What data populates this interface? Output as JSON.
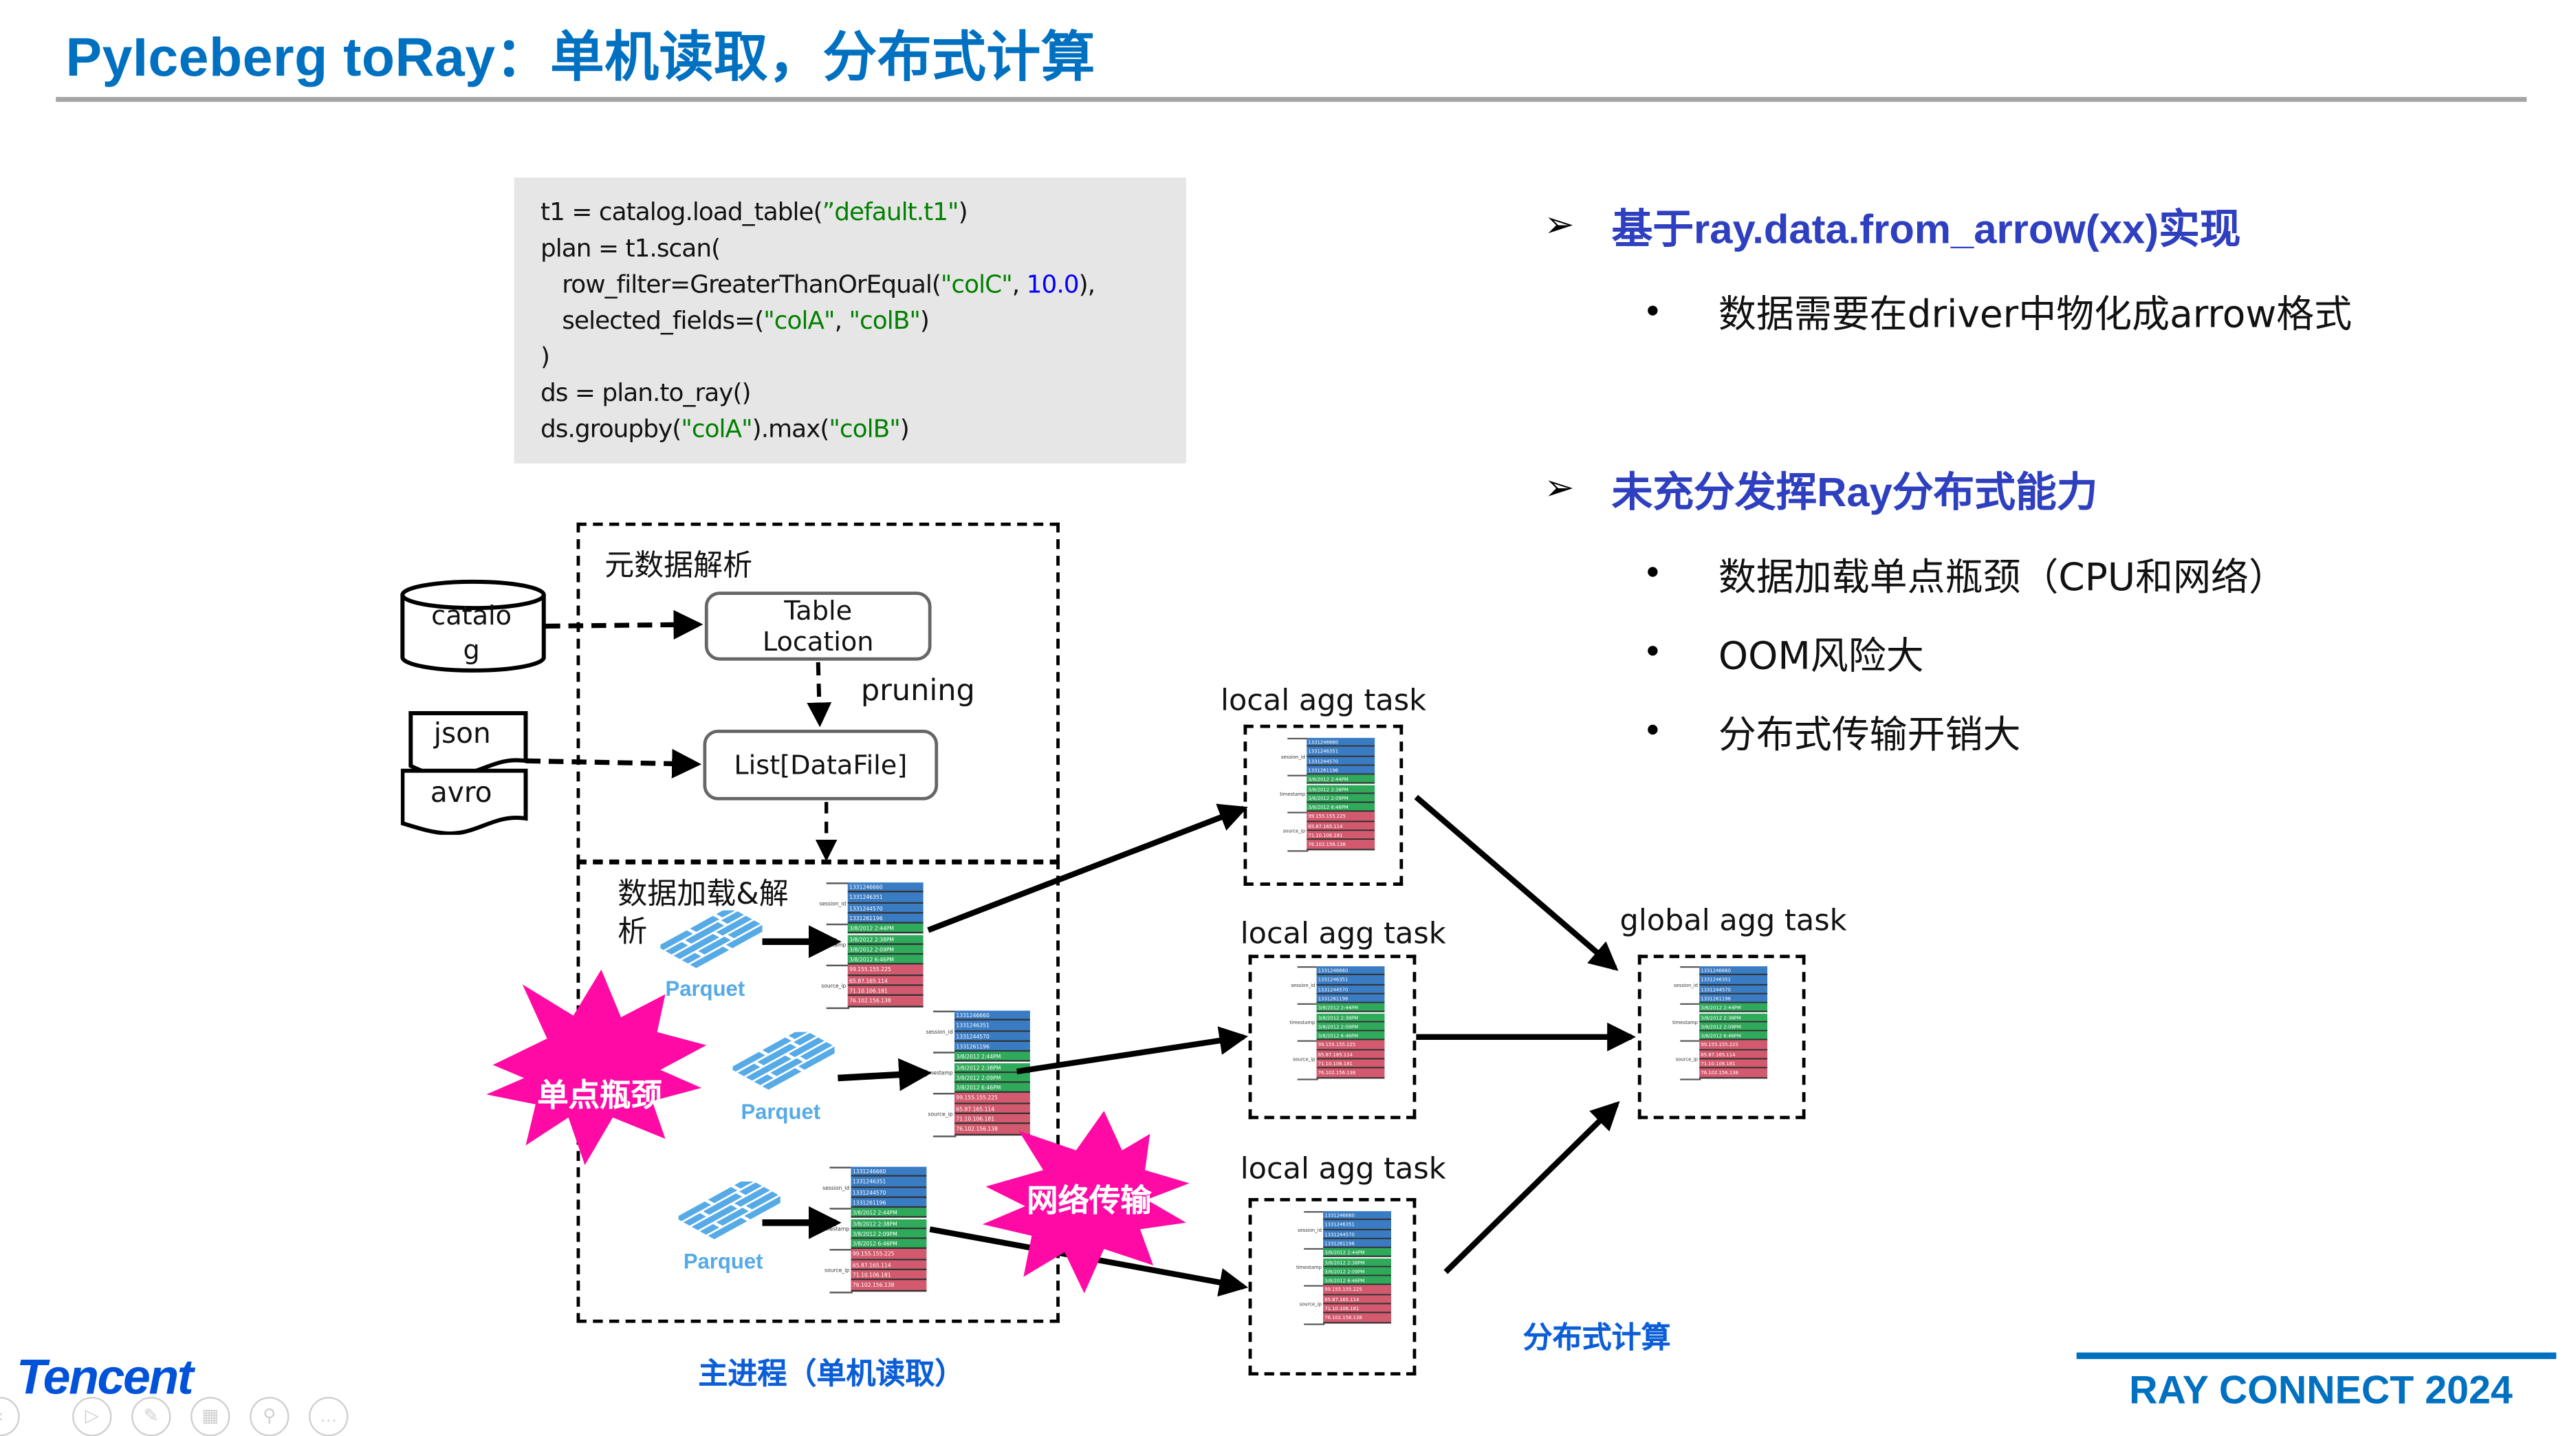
{
  "slide": {
    "title": "PyIceberg toRay：单机读取，分布式计算"
  },
  "code": {
    "lines": [
      [
        {
          "t": "t1 = catalog.load_table(",
          "c": ""
        },
        {
          "t": "”default.t1\"",
          "c": "s"
        },
        {
          "t": ")",
          "c": ""
        }
      ],
      [
        {
          "t": "plan = t1.scan(",
          "c": ""
        }
      ],
      [
        {
          "t": "   row_filter=GreaterThanOrEqual(",
          "c": ""
        },
        {
          "t": "\"colC\"",
          "c": "s"
        },
        {
          "t": ", ",
          "c": ""
        },
        {
          "t": "10.0",
          "c": "n"
        },
        {
          "t": "),",
          "c": ""
        }
      ],
      [
        {
          "t": "   selected_fields=(",
          "c": ""
        },
        {
          "t": "\"colA\"",
          "c": "s"
        },
        {
          "t": ", ",
          "c": ""
        },
        {
          "t": "\"colB\"",
          "c": "s"
        },
        {
          "t": ")",
          "c": ""
        }
      ],
      [
        {
          "t": ")",
          "c": ""
        }
      ],
      [
        {
          "t": "ds = plan.to_ray()",
          "c": ""
        }
      ],
      [
        {
          "t": "ds.groupby(",
          "c": ""
        },
        {
          "t": "\"colA\"",
          "c": "s"
        },
        {
          "t": ").max(",
          "c": ""
        },
        {
          "t": "\"colB\"",
          "c": "s"
        },
        {
          "t": ")",
          "c": ""
        }
      ]
    ]
  },
  "bullets": [
    {
      "heading": "基于ray.data.from_arrow(xx)实现",
      "items": [
        "数据需要在driver中物化成arrow格式"
      ]
    },
    {
      "heading": "未充分发挥Ray分布式能力",
      "items": [
        "数据加载单点瓶颈（CPU和网络）",
        "OOM风险大",
        "分布式传输开销大"
      ]
    }
  ],
  "diagram": {
    "metadata_section_label": "元数据解析",
    "load_section_label": "数据加载&解析",
    "catalog_label": "catalo\ng",
    "json_label": "json",
    "avro_label": "avro",
    "table_location_label": "Table\nLocation",
    "pruning_label": "pruning",
    "datafile_list_label": "List[DataFile]",
    "parquet_label": "Parquet",
    "local_agg_label": "local agg task",
    "global_agg_label": "global agg task",
    "bottleneck_badge": "单点瓶颈",
    "network_badge": "网络传输",
    "main_process_caption": "主进程（单机读取）",
    "distributed_caption": "分布式计算",
    "columnar_table": {
      "groups": [
        {
          "name": "session_id",
          "color": "#3a7cc4",
          "values": [
            "1331246660",
            "1331246351",
            "1331244570",
            "1331261196"
          ]
        },
        {
          "name": "timestamp",
          "color": "#2eaa5a",
          "values": [
            "3/8/2012 2:44PM",
            "3/8/2012 2:38PM",
            "3/8/2012 2:09PM",
            "3/8/2012 6:46PM"
          ]
        },
        {
          "name": "source_ip",
          "color": "#d35a6e",
          "values": [
            "99.155.155.225",
            "65.87.165.114",
            "71.10.106.181",
            "76.102.156.138"
          ]
        }
      ]
    }
  },
  "footer": {
    "brand": "Tencent",
    "event": "RAY CONNECT 2024",
    "toolbar_icons": [
      "prev-icon",
      "play-icon",
      "pen-icon",
      "grid-icon",
      "zoom-icon",
      "more-icon"
    ]
  },
  "colors": {
    "title_blue": "#0070c0",
    "heading_blue": "#2e3fbf",
    "badge_pink": "#ff0aa5",
    "parquet_blue": "#56aae6"
  }
}
